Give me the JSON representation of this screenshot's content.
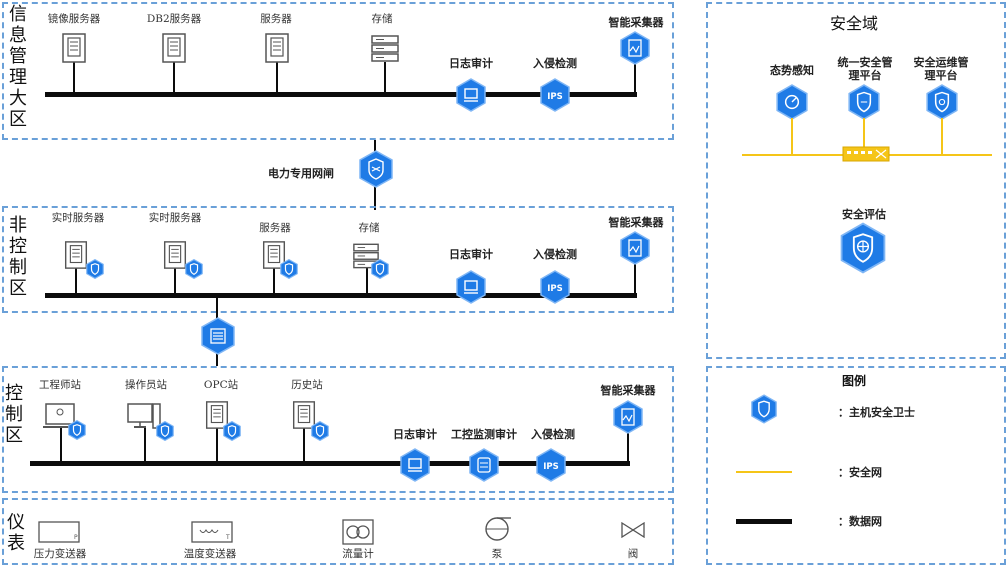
{
  "zones": {
    "info_mgmt": "信息管理大区",
    "non_control": "非控制区",
    "control": "控制区",
    "instrument": "仪表",
    "security_domain": "安全域",
    "legend": "图例"
  },
  "info_mgmt": {
    "mirror_server": "镜像服务器",
    "db2_server": "DB2服务器",
    "server": "服务器",
    "storage": "存储",
    "log_audit": "日志审计",
    "intrusion": "入侵检测",
    "collector": "智能采集器"
  },
  "gateway": {
    "label": "电力专用网闸"
  },
  "non_control": {
    "realtime1": "实时服务器",
    "realtime2": "实时服务器",
    "server": "服务器",
    "storage": "存储",
    "log_audit": "日志审计",
    "intrusion": "入侵检测",
    "collector": "智能采集器"
  },
  "control": {
    "engineer": "工程师站",
    "operator": "操作员站",
    "opc": "OPC站",
    "history": "历史站",
    "log_audit": "日志审计",
    "ics_audit": "工控监测审计",
    "intrusion": "入侵检测",
    "collector": "智能采集器"
  },
  "instrument": {
    "pressure": "压力变送器",
    "temperature": "温度变送器",
    "flow": "流量计",
    "pump": "泵",
    "valve": "阀"
  },
  "security": {
    "situation": "态势感知",
    "unified": "统一安全管理平台",
    "ops": "安全运维管理平台",
    "assessment": "安全评估"
  },
  "legend": {
    "host_guard": "：主机安全卫士",
    "sec_net": "：安全网",
    "data_net": "：数据网"
  },
  "badges": {
    "ips": "IPS"
  },
  "colors": {
    "accent": "#1f7be6",
    "dashed_border": "#6aa0d8",
    "security_net": "#f5c518",
    "data_net": "#0c0c0c"
  }
}
